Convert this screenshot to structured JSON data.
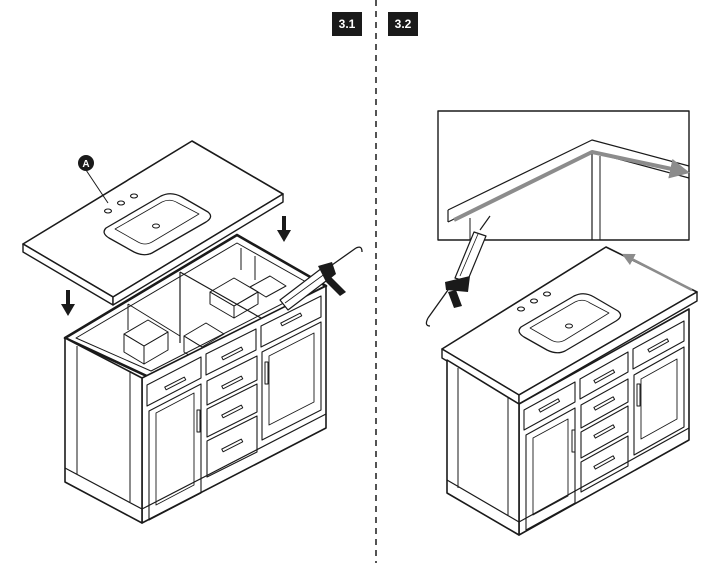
{
  "steps": [
    {
      "label": "3.1"
    },
    {
      "label": "3.2"
    }
  ],
  "callouts": {
    "countertop_part": "A"
  },
  "colors": {
    "line": "#1a1a1a",
    "sealant": "#8c8c8c",
    "background": "#ffffff"
  }
}
